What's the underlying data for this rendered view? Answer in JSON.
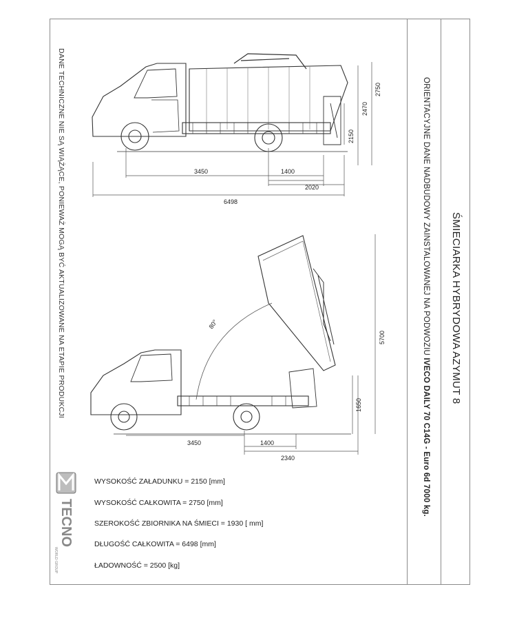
{
  "disclaimer": "DANE TECHNICZNE NIE SĄ WIĄŻĄCE, PONIEWAŻ MOGĄ BYĆ AKTUALIZOWANE NA ETAPIE PRODUKCJI",
  "title": "ŚMIECIARKA HYBRYDOWA AZYMUT 8",
  "subtitle": {
    "prefix": "ORIENTACYJNE DANE NADBUDOWY ZAINSTALOWANEJ NA PODWOZIU ",
    "model": "IVECO DAILY 70 C14G - Euro 6d 7000 kg."
  },
  "top_view": {
    "dim_wheelbase": "3450",
    "dim_axle_rear": "1400",
    "dim_overhang": "2020",
    "dim_total_length": "6498",
    "dim_load_height": "2150",
    "dim_body_height": "2470",
    "dim_total_height": "2750"
  },
  "bottom_view": {
    "dim_wheelbase": "3450",
    "dim_axle_rear": "1400",
    "dim_overhang": "2340",
    "dim_tip_height": "5700",
    "dim_load_height": "1650",
    "tip_angle": "80°"
  },
  "specs": [
    "WYSOKOŚĆ ZAŁADUNKU = 2150 [mm]",
    "WYSOKOŚĆ CAŁKOWITA = 2750 [mm]",
    "SZEROKOŚĆ ZBIORNIKA NA ŚMIECI = 1930 [ mm]",
    "DŁUGOŚĆ CAŁKOWITA = 6498 [mm]",
    "ŁADOWNOŚĆ = 2500 [kg]"
  ],
  "logo": {
    "brand_text": "TECNO",
    "group_text": "WORLD GROUP"
  }
}
